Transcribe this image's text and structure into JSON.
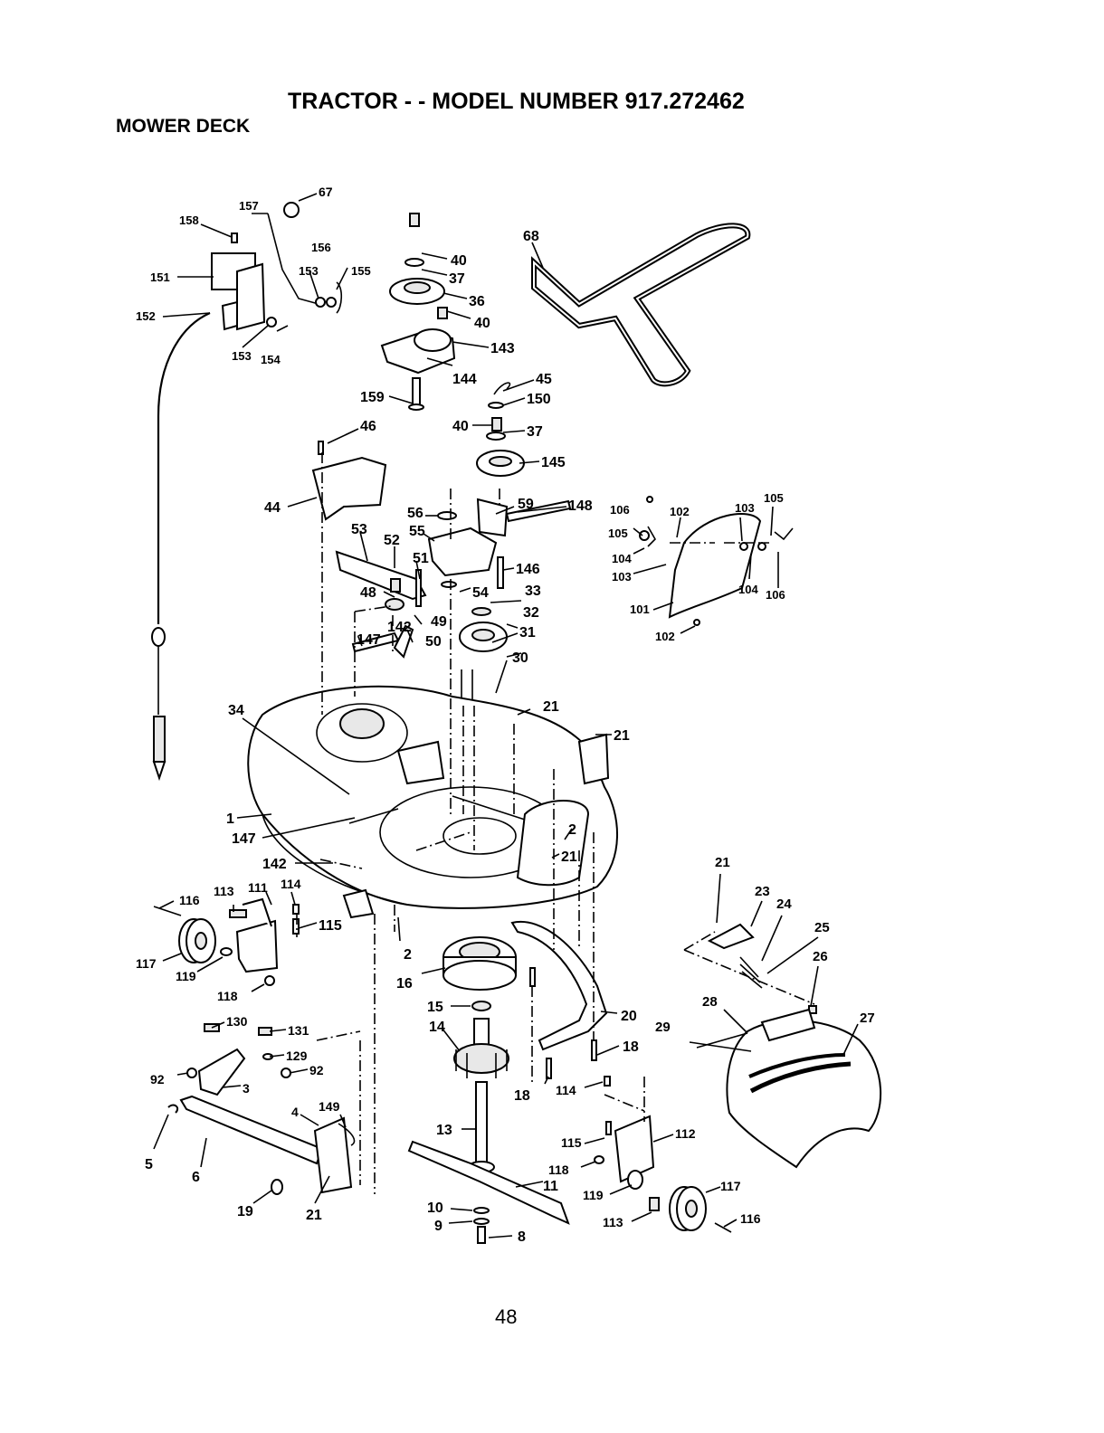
{
  "header": {
    "title": "TRACTOR - - MODEL NUMBER 917.272462",
    "subtitle": "MOWER DECK"
  },
  "footer": {
    "page_number": "48"
  },
  "callouts": [
    {
      "label": "67"
    },
    {
      "label": "157"
    },
    {
      "label": "158"
    },
    {
      "label": "156"
    },
    {
      "label": "153"
    },
    {
      "label": "155"
    },
    {
      "label": "151"
    },
    {
      "label": "152"
    },
    {
      "label": "153"
    },
    {
      "label": "154"
    },
    {
      "label": "40"
    },
    {
      "label": "37"
    },
    {
      "label": "36"
    },
    {
      "label": "40"
    },
    {
      "label": "143"
    },
    {
      "label": "144"
    },
    {
      "label": "68"
    },
    {
      "label": "45"
    },
    {
      "label": "150"
    },
    {
      "label": "159"
    },
    {
      "label": "40"
    },
    {
      "label": "37"
    },
    {
      "label": "46"
    },
    {
      "label": "145"
    },
    {
      "label": "44"
    },
    {
      "label": "56"
    },
    {
      "label": "59"
    },
    {
      "label": "148"
    },
    {
      "label": "55"
    },
    {
      "label": "53"
    },
    {
      "label": "52"
    },
    {
      "label": "51"
    },
    {
      "label": "146"
    },
    {
      "label": "48"
    },
    {
      "label": "54"
    },
    {
      "label": "33"
    },
    {
      "label": "49"
    },
    {
      "label": "32"
    },
    {
      "label": "142"
    },
    {
      "label": "50"
    },
    {
      "label": "31"
    },
    {
      "label": "147"
    },
    {
      "label": "30"
    },
    {
      "label": "21"
    },
    {
      "label": "34"
    },
    {
      "label": "21"
    },
    {
      "label": "106"
    },
    {
      "label": "102"
    },
    {
      "label": "103"
    },
    {
      "label": "105"
    },
    {
      "label": "105"
    },
    {
      "label": "104"
    },
    {
      "label": "103"
    },
    {
      "label": "104"
    },
    {
      "label": "106"
    },
    {
      "label": "101"
    },
    {
      "label": "102"
    },
    {
      "label": "1"
    },
    {
      "label": "147"
    },
    {
      "label": "2"
    },
    {
      "label": "21"
    },
    {
      "label": "142"
    },
    {
      "label": "21"
    },
    {
      "label": "23"
    },
    {
      "label": "24"
    },
    {
      "label": "25"
    },
    {
      "label": "26"
    },
    {
      "label": "113"
    },
    {
      "label": "111"
    },
    {
      "label": "114"
    },
    {
      "label": "116"
    },
    {
      "label": "115"
    },
    {
      "label": "117"
    },
    {
      "label": "119"
    },
    {
      "label": "2"
    },
    {
      "label": "16"
    },
    {
      "label": "118"
    },
    {
      "label": "15"
    },
    {
      "label": "20"
    },
    {
      "label": "28"
    },
    {
      "label": "27"
    },
    {
      "label": "29"
    },
    {
      "label": "130"
    },
    {
      "label": "131"
    },
    {
      "label": "14"
    },
    {
      "label": "18"
    },
    {
      "label": "129"
    },
    {
      "label": "92"
    },
    {
      "label": "92"
    },
    {
      "label": "3"
    },
    {
      "label": "18"
    },
    {
      "label": "114"
    },
    {
      "label": "4"
    },
    {
      "label": "149"
    },
    {
      "label": "13"
    },
    {
      "label": "112"
    },
    {
      "label": "115"
    },
    {
      "label": "5"
    },
    {
      "label": "6"
    },
    {
      "label": "118"
    },
    {
      "label": "11"
    },
    {
      "label": "117"
    },
    {
      "label": "119"
    },
    {
      "label": "19"
    },
    {
      "label": "21"
    },
    {
      "label": "10"
    },
    {
      "label": "116"
    },
    {
      "label": "113"
    },
    {
      "label": "9"
    },
    {
      "label": "8"
    }
  ]
}
